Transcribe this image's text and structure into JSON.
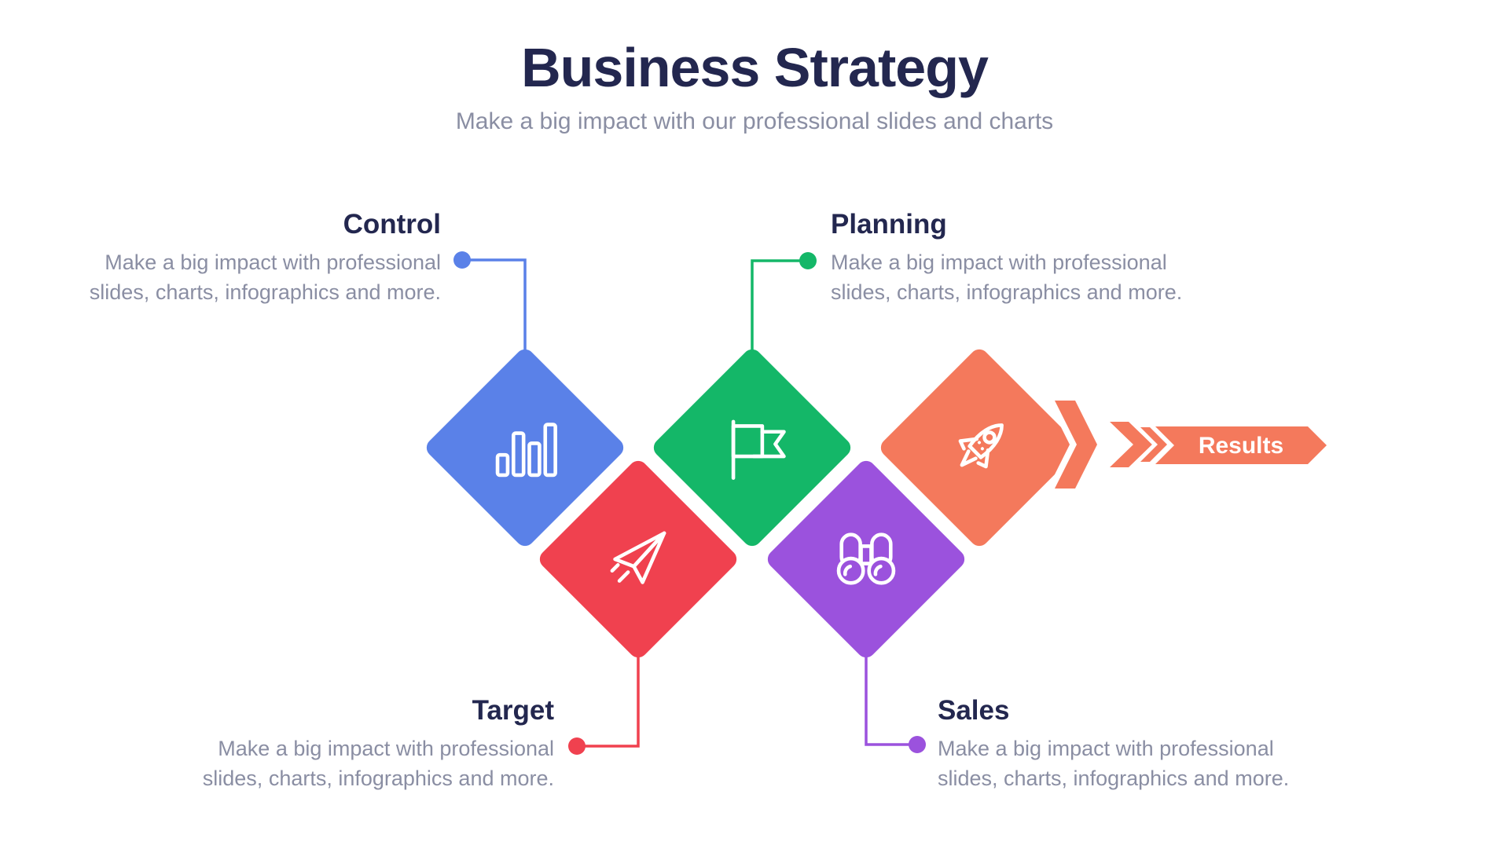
{
  "header": {
    "title": "Business Strategy",
    "subtitle": "Make a big impact with our professional slides and charts"
  },
  "labels": {
    "control": {
      "title": "Control",
      "desc1": "Make a big impact with professional",
      "desc2": "slides, charts, infographics and more."
    },
    "planning": {
      "title": "Planning",
      "desc1": "Make a big impact with professional",
      "desc2": "slides, charts, infographics and more."
    },
    "target": {
      "title": "Target",
      "desc1": "Make a big impact with professional",
      "desc2": "slides, charts, infographics and more."
    },
    "sales": {
      "title": "Sales",
      "desc1": "Make a big impact with professional",
      "desc2": "slides, charts, infographics and more."
    }
  },
  "banner": {
    "results": "Results"
  },
  "diamonds": [
    {
      "id": "control",
      "icon": "bar-chart-icon",
      "color": "#5A81E8"
    },
    {
      "id": "planning",
      "icon": "flag-icon",
      "color": "#14B768"
    },
    {
      "id": "launch",
      "icon": "rocket-icon",
      "color": "#F4795C"
    },
    {
      "id": "target",
      "icon": "paper-plane-icon",
      "color": "#F0414F"
    },
    {
      "id": "sales",
      "icon": "binoculars-icon",
      "color": "#9B52DD"
    }
  ],
  "colors": {
    "title_navy": "#23274F",
    "text_gray": "#8A8EA3",
    "blue": "#5A81E8",
    "green": "#14B768",
    "orange": "#F4795C",
    "red": "#F0414F",
    "purple": "#9B52DD",
    "background": "#FFFFFF"
  }
}
